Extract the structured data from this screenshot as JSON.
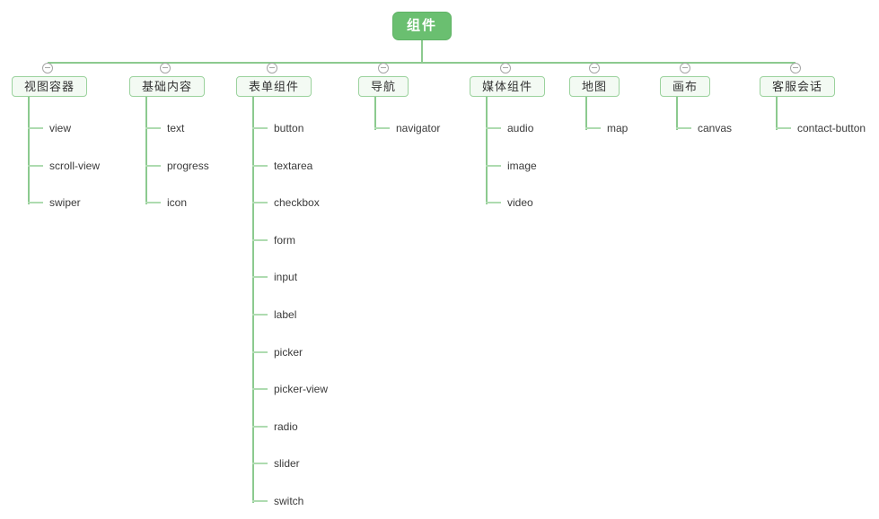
{
  "root": {
    "label": "组件"
  },
  "branches": [
    {
      "label": "视图容器",
      "children": [
        "view",
        "scroll-view",
        "swiper"
      ]
    },
    {
      "label": "基础内容",
      "children": [
        "text",
        "progress",
        "icon"
      ]
    },
    {
      "label": "表单组件",
      "children": [
        "button",
        "textarea",
        "checkbox",
        "form",
        "input",
        "label",
        "picker",
        "picker-view",
        "radio",
        "slider",
        "switch"
      ]
    },
    {
      "label": "导航",
      "children": [
        "navigator"
      ]
    },
    {
      "label": "媒体组件",
      "children": [
        "audio",
        "image",
        "video"
      ]
    },
    {
      "label": "地图",
      "children": [
        "map"
      ]
    },
    {
      "label": "画布",
      "children": [
        "canvas"
      ]
    },
    {
      "label": "客服会话",
      "children": [
        "contact-button"
      ]
    }
  ],
  "icons": {
    "collapse": "minus-circle-icon"
  },
  "colors": {
    "canvas-bg": "#ffffff",
    "root-bg": "#6abf70",
    "root-border": "#60b366",
    "root-text": "#ffffff",
    "branch-bg": "#f3faf3",
    "branch-border": "#9bd29d",
    "node-text": "#333333",
    "leaf-text": "#3a3a3a",
    "line": "#8cca8f",
    "childline": "#aedbb0",
    "circle": "#a6a6a6"
  }
}
